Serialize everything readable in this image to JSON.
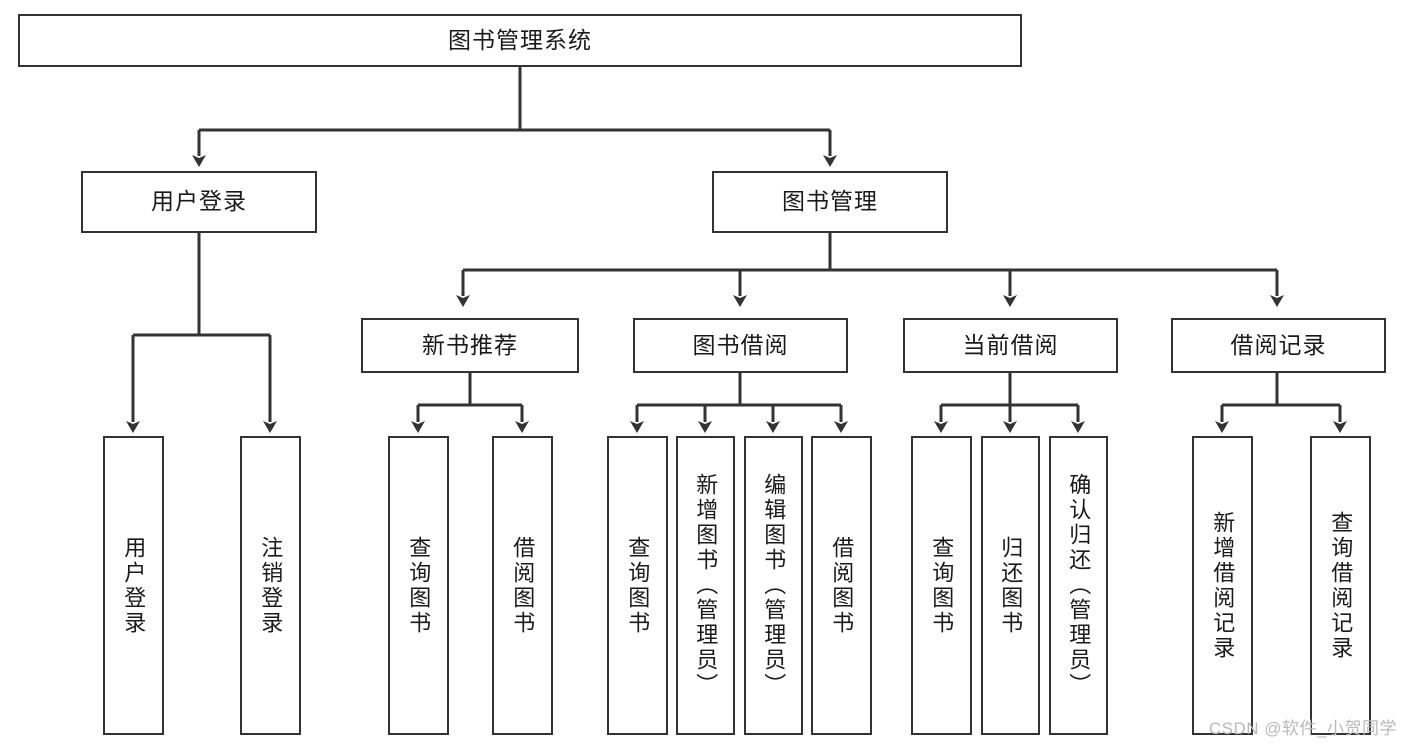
{
  "diagram": {
    "title": "图书管理系统",
    "type": "tree",
    "root": {
      "label": "图书管理系统"
    },
    "level1": [
      {
        "label": "用户登录"
      },
      {
        "label": "图书管理"
      }
    ],
    "level2": [
      {
        "label": "新书推荐"
      },
      {
        "label": "图书借阅"
      },
      {
        "label": "当前借阅"
      },
      {
        "label": "借阅记录"
      }
    ],
    "leaves": {
      "user_login": [
        {
          "label": "用户登录"
        },
        {
          "label": "注销登录"
        }
      ],
      "new_book_recommend": [
        {
          "label": "查询图书"
        },
        {
          "label": "借阅图书"
        }
      ],
      "book_borrow": [
        {
          "label": "查询图书"
        },
        {
          "label": "新增图书（管理员）"
        },
        {
          "label": "编辑图书（管理员）"
        },
        {
          "label": "借阅图书"
        }
      ],
      "current_borrow": [
        {
          "label": "查询图书"
        },
        {
          "label": "归还图书"
        },
        {
          "label": "确认归还（管理员）"
        }
      ],
      "borrow_record": [
        {
          "label": "新增借阅记录"
        },
        {
          "label": "查询借阅记录"
        }
      ]
    }
  },
  "watermark": {
    "text": "CSDN @软件_小贺同学"
  },
  "colors": {
    "stroke": "#333333",
    "background": "#ffffff",
    "text": "#1a1a1a",
    "watermark": "#b9b9b9"
  }
}
